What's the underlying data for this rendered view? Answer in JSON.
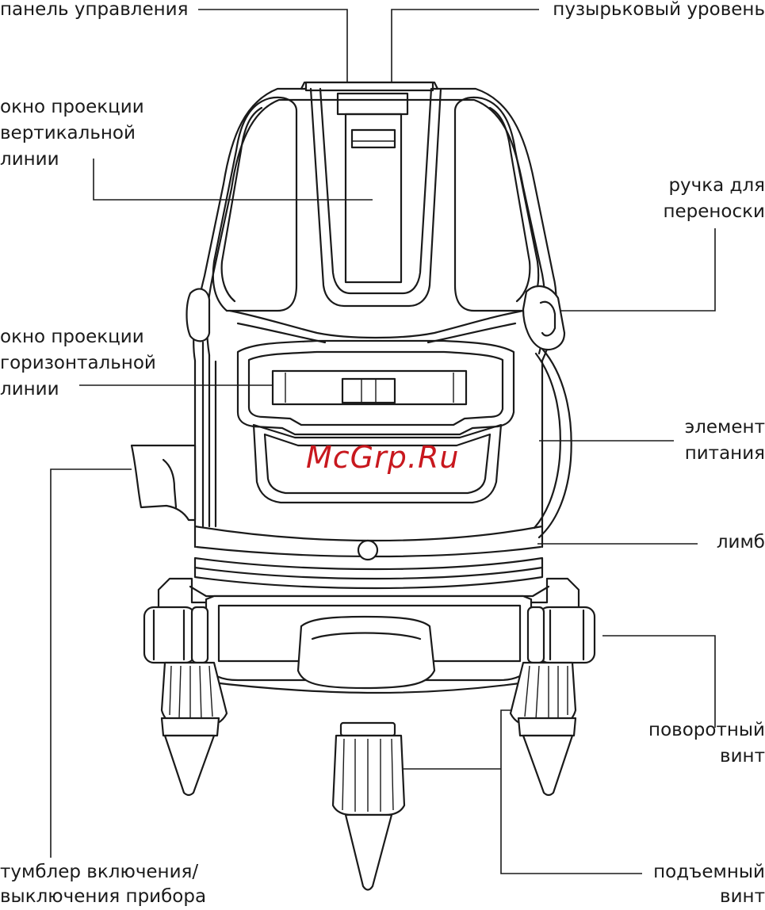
{
  "labels": {
    "control_panel": "панель управления",
    "bubble_level": "пузырьковый уровень",
    "vertical_window": [
      "окно проекции",
      "вертикальной",
      "линии"
    ],
    "handle": [
      "ручка для",
      "переноски"
    ],
    "horizontal_window": [
      "окно проекции",
      "горизонтальной",
      "линии"
    ],
    "battery": [
      "элемент",
      "питания"
    ],
    "limb": "лимб",
    "rotary_screw": [
      "поворотный",
      "винт"
    ],
    "power_switch": [
      "тумблер включения/",
      "выключения прибора"
    ],
    "lifting_screw": [
      "подъемный",
      "винт"
    ]
  },
  "watermark": "McGrp.Ru",
  "colors": {
    "line": "#1a1a1a",
    "watermark": "#c8181e",
    "background": "#ffffff"
  }
}
